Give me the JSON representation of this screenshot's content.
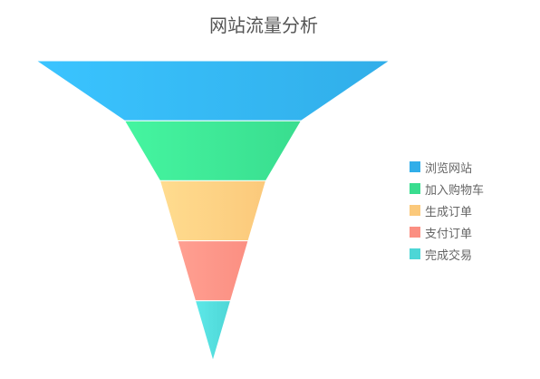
{
  "chart_data": {
    "type": "funnel",
    "title": "网站流量分析",
    "categories": [
      "浏览网站",
      "加入购物车",
      "生成订单",
      "支付订单",
      "完成交易"
    ],
    "values": [
      100,
      50,
      30,
      20,
      10
    ],
    "max": 100,
    "colors": {
      "浏览网站": [
        "#3ac4ff",
        "#31aee9"
      ],
      "加入购物车": [
        "#45f5a0",
        "#39dd8f"
      ],
      "生成订单": [
        "#ffdc8f",
        "#fbc97b"
      ],
      "支付订单": [
        "#ff9f91",
        "#fb8f82"
      ],
      "完成交易": [
        "#5de8e8",
        "#4dd6d6"
      ]
    },
    "legend_colors": [
      "#31aee9",
      "#39dd8f",
      "#fbc97b",
      "#fb8f82",
      "#4dd6d6"
    ],
    "legend_position": "right"
  }
}
